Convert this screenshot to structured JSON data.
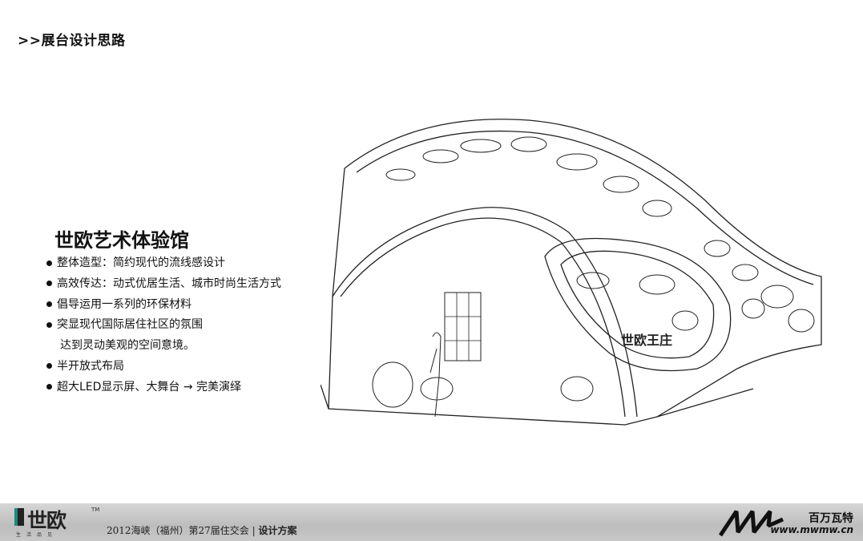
{
  "header": {
    "title": ">>展台设计思路"
  },
  "main": {
    "title": "世欧艺术体验馆",
    "bullets": [
      "整体造型：简约现代的流线感设计",
      "高效传达：动式优居生活、城市时尚生活方式",
      "倡导运用一系列的环保材料",
      "突显现代国际居住社区的氛围",
      "达到灵动美观的空间意境。",
      "半开放式布局",
      "超大LED显示屏、大舞台 → 完美演绎"
    ]
  },
  "footer": {
    "logo_name": "世欧",
    "logo_tm": "TM",
    "logo_slogan": "生活品见",
    "event": "2012海峡（福州）第27届住交会 | ",
    "section": "设计方案",
    "brand_cn": "百万瓦特",
    "brand_url": "www.mwmw.cn"
  },
  "sketch_labels": {
    "sign": "世欧王庄"
  }
}
